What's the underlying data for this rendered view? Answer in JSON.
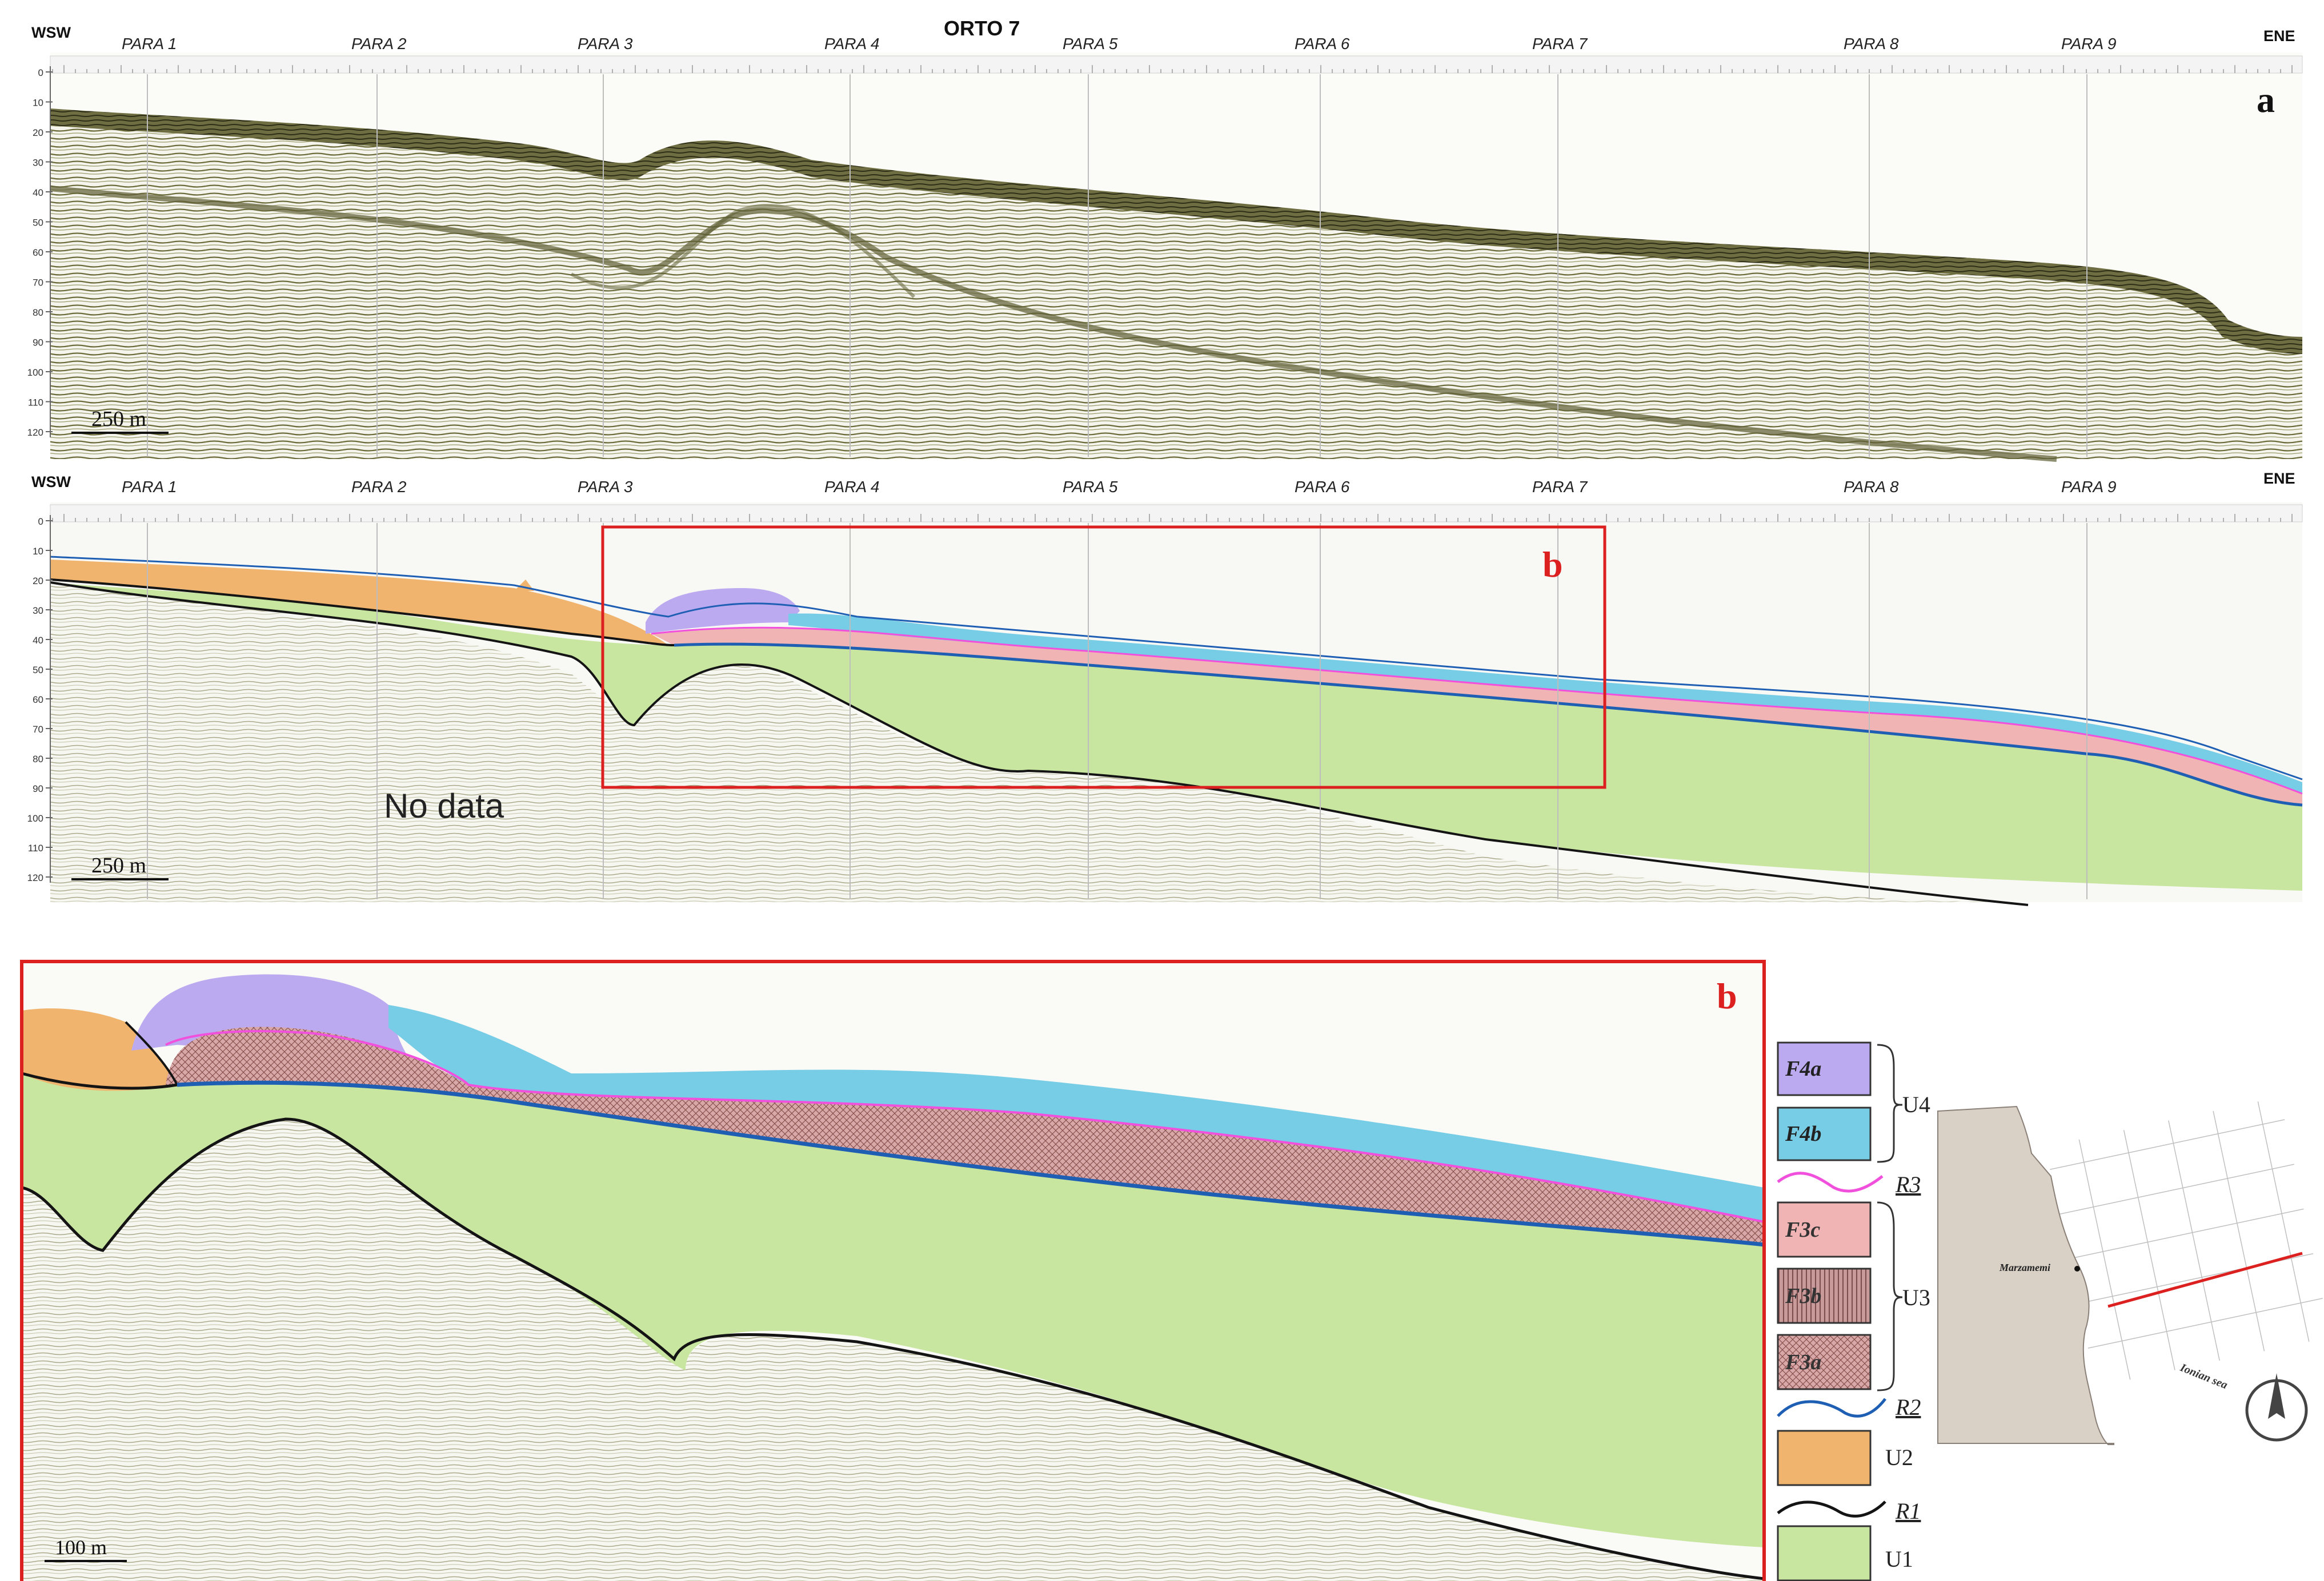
{
  "panel_a": {
    "title": "ORTO 7",
    "dir_left": "WSW",
    "dir_right": "ENE",
    "para": [
      "PARA 1",
      "PARA 2",
      "PARA 3",
      "PARA 4",
      "PARA 5",
      "PARA 6",
      "PARA 7",
      "PARA 8",
      "PARA 9"
    ],
    "depth_ticks": [
      "0",
      "10",
      "20",
      "30",
      "40",
      "50",
      "60",
      "70",
      "80",
      "90",
      "100",
      "110",
      "120"
    ],
    "scale": "250 m",
    "letter": "a"
  },
  "panel_b": {
    "dir_left": "WSW",
    "dir_right": "ENE",
    "para": [
      "PARA 1",
      "PARA 2",
      "PARA 3",
      "PARA 4",
      "PARA 5",
      "PARA 6",
      "PARA 7",
      "PARA 8",
      "PARA 9"
    ],
    "depth_ticks": [
      "0",
      "10",
      "20",
      "30",
      "40",
      "50",
      "60",
      "70",
      "80",
      "90",
      "100",
      "110",
      "120"
    ],
    "scale": "250 m",
    "letter": "b",
    "no_data": "No data"
  },
  "zoom": {
    "letter": "b",
    "scale": "100 m"
  },
  "legend": {
    "f4a": "F4a",
    "f4b": "F4b",
    "u4": "U4",
    "r3": "R3",
    "f3c": "F3c",
    "f3b": "F3b",
    "f3a": "F3a",
    "u3": "U3",
    "r2": "R2",
    "u2": "U2",
    "r1": "R1",
    "u1": "U1"
  },
  "map": {
    "place": "Marzamemi",
    "sea": "Ionian sea",
    "north": "N"
  },
  "colors": {
    "u1": "#c8e6a0",
    "u2": "#f0b46e",
    "f3c": "#f0b4b4",
    "f3b": "#c89696",
    "f3a": "#d29b9b",
    "f4a": "#bcaaf0",
    "f4b": "#78cde6",
    "r1": "#141414",
    "r2": "#1e5fb4",
    "r3": "#f050dc",
    "frame": "#dc2020",
    "seismic": "#6b6b3a",
    "land": "#d9d0c6"
  }
}
